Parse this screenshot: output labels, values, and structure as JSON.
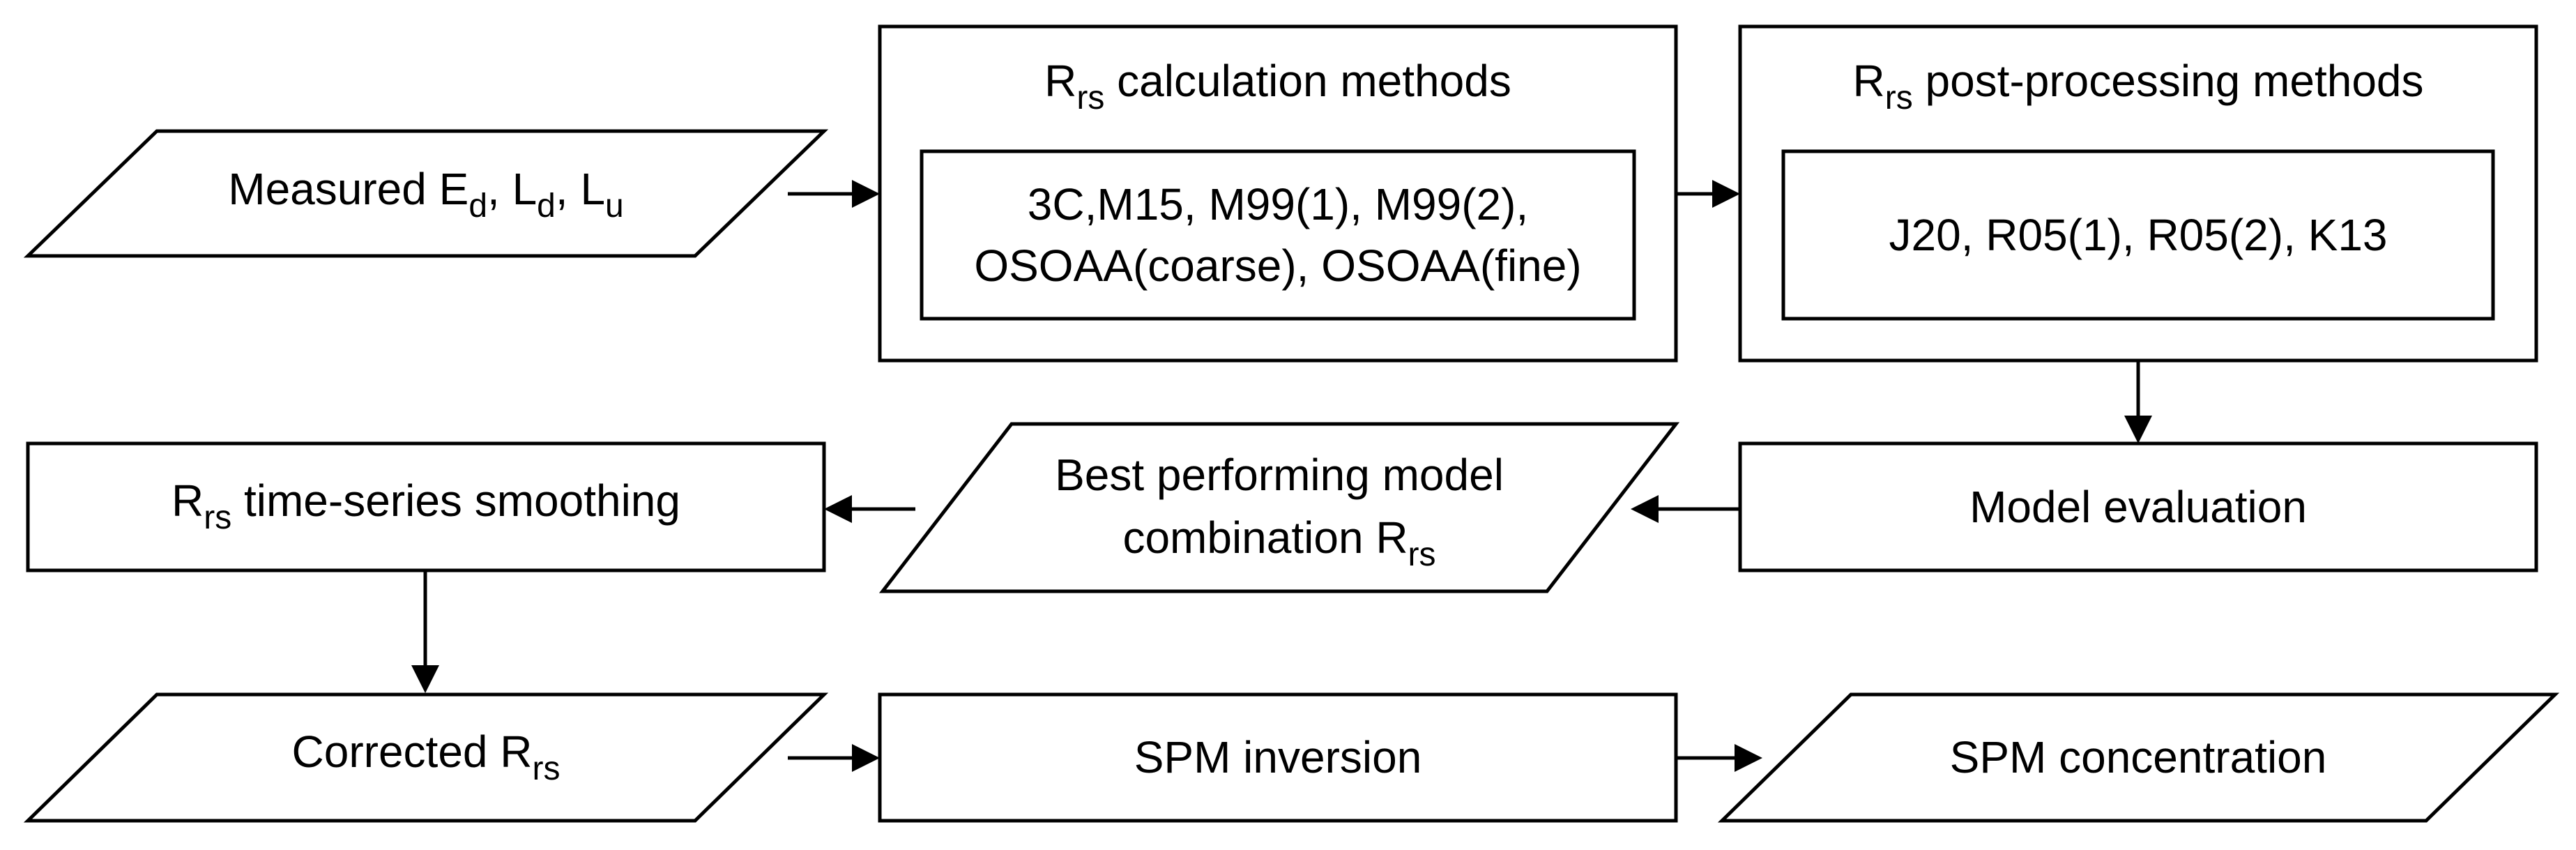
{
  "nodes": {
    "measured": {
      "main": "Measured E",
      "sub1": "d",
      "sep1": ", L",
      "sub2": "d",
      "sep2": ", L",
      "sub3": "u"
    },
    "calc": {
      "title_main": "R",
      "title_sub": "rs",
      "title_rest": " calculation methods",
      "line1": "3C,M15, M99(1), M99(2),",
      "line2": "OSOAA(coarse), OSOAA(fine)"
    },
    "post": {
      "title_main": "R",
      "title_sub": "rs",
      "title_rest": " post-processing methods",
      "methods": "J20, R05(1), R05(2), K13"
    },
    "evaluation": {
      "label": "Model evaluation"
    },
    "best": {
      "line1": "Best performing model",
      "line2_main": "combination R",
      "line2_sub": "rs"
    },
    "smoothing": {
      "main": "R",
      "sub": "rs",
      "rest": " time-series smoothing"
    },
    "corrected": {
      "main": "Corrected R",
      "sub": "rs"
    },
    "inversion": {
      "label": "SPM inversion"
    },
    "concentration": {
      "label": "SPM concentration"
    }
  },
  "edges": [
    {
      "from": "measured",
      "to": "calc"
    },
    {
      "from": "calc",
      "to": "post"
    },
    {
      "from": "post",
      "to": "evaluation"
    },
    {
      "from": "evaluation",
      "to": "best"
    },
    {
      "from": "best",
      "to": "smoothing"
    },
    {
      "from": "smoothing",
      "to": "corrected"
    },
    {
      "from": "corrected",
      "to": "inversion"
    },
    {
      "from": "inversion",
      "to": "concentration"
    }
  ]
}
